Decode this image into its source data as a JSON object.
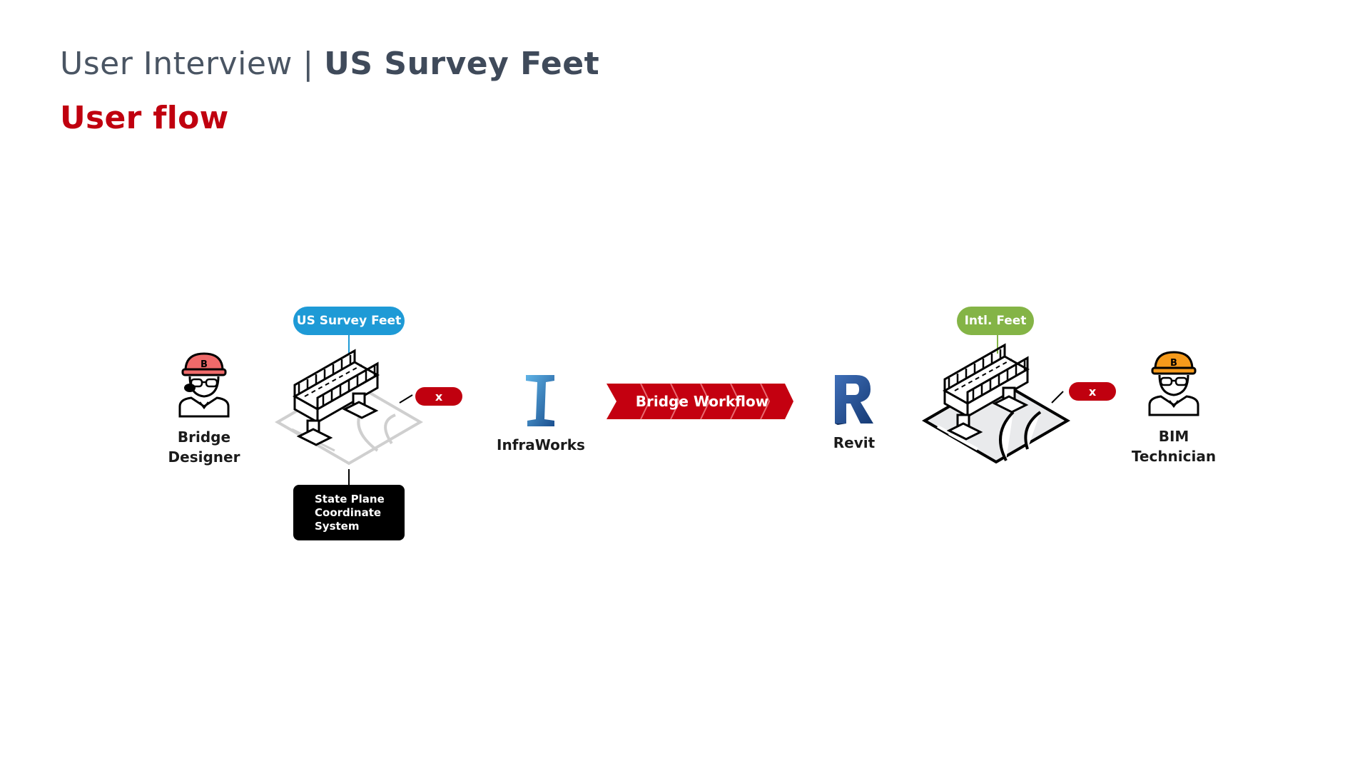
{
  "header": {
    "title_light": "User Interview | ",
    "title_bold": "US Survey Feet",
    "subtitle": "User flow"
  },
  "colors": {
    "brand_red": "#c0000f",
    "blue": "#1e9ad6",
    "green": "#84b446",
    "orange": "#f59a1b",
    "pink": "#ef6a6a"
  },
  "flow": {
    "bridge_designer": {
      "line1": "Bridge",
      "line2": "Designer",
      "icon": "bridge-designer-icon"
    },
    "left_bridge": {
      "unit_tag": "US Survey Feet",
      "error_tag": "x",
      "note": [
        "State Plane",
        "Coordinate",
        "System"
      ]
    },
    "infraworks": {
      "label": "InfraWorks",
      "icon": "infraworks-logo-icon"
    },
    "workflow_arrow": {
      "label": "Bridge Workflow"
    },
    "revit": {
      "label": "Revit",
      "icon": "revit-logo-icon"
    },
    "right_bridge": {
      "unit_tag": "Intl. Feet",
      "error_tag": "x"
    },
    "bim_technician": {
      "line1": "BIM",
      "line2": "Technician",
      "icon": "bim-technician-icon"
    }
  }
}
